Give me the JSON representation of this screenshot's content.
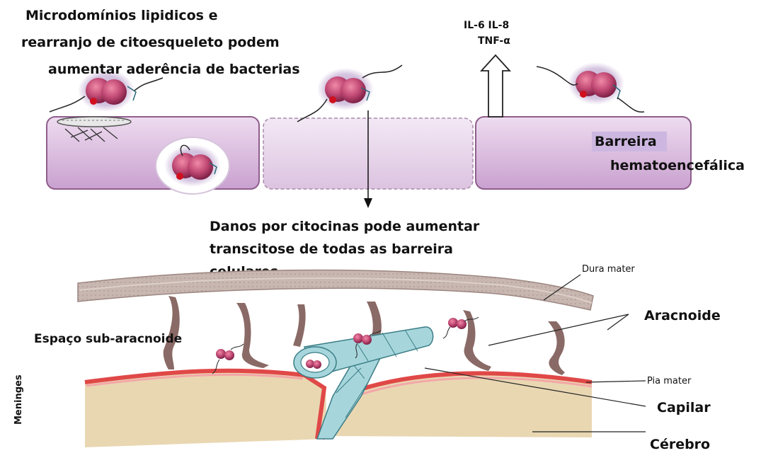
{
  "labels": {
    "microdomains_1": "Microdomínios lipidicos e",
    "microdomains_2": "rearranjo  de citoesqueleto podem",
    "microdomains_3": "aumentar aderência de bacterias",
    "il6_il8": "IL-6   IL-8",
    "tnf": "TNF-α",
    "bbb_1": "Barreira",
    "bbb_2": "hematoencefálica",
    "cytokine_1": "Danos por citocinas pode aumentar",
    "cytokine_2": "transcitose de todas as barreira",
    "cytokine_3": "celulares",
    "dura_mater": "Dura mater",
    "aracnoide": "Aracnoide",
    "subarachnoid": "Espaço sub-aracnoide",
    "pia_mater": "Pia mater",
    "capilar": "Capilar",
    "cerebro": "Cérebro",
    "meninges": "Meninges"
  },
  "colors": {
    "cell_fill": "#d8b6dc",
    "cell_stroke": "#8f5e8c",
    "bacterium": "#b8406c",
    "bacterium_spot": "#d0101e",
    "dura": "#c8b6b0",
    "pia": "#e04848",
    "brain": "#e9d7b2",
    "capillary": "#a6d6dc"
  }
}
